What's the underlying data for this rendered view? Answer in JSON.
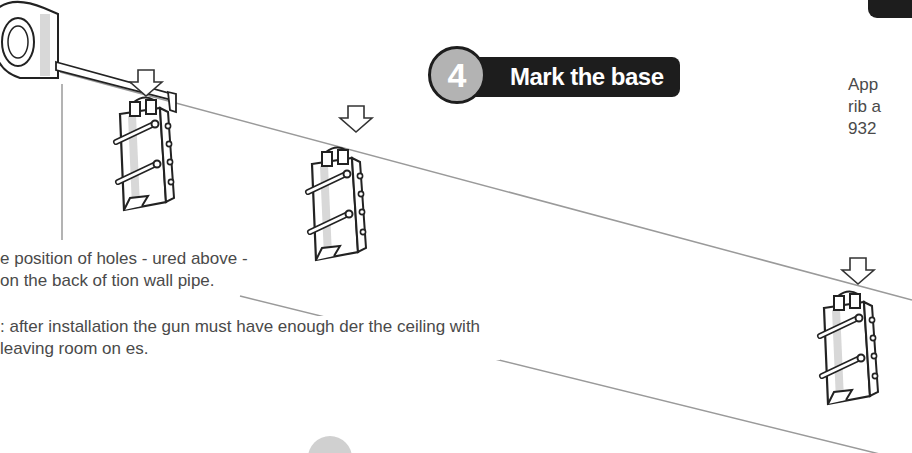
{
  "diagram": {
    "nodes": [
      {
        "text": [
          "4"
        ]
      },
      {
        "text": [
          "Mark the base"
        ]
      }
    ],
    "labels": [
      "App rib a 932",
      "e position of holes - ured above - on the back of tion wall pipe.",
      ": after installation the gun must have enough der the ceiling with leaving room on es."
    ]
  }
}
